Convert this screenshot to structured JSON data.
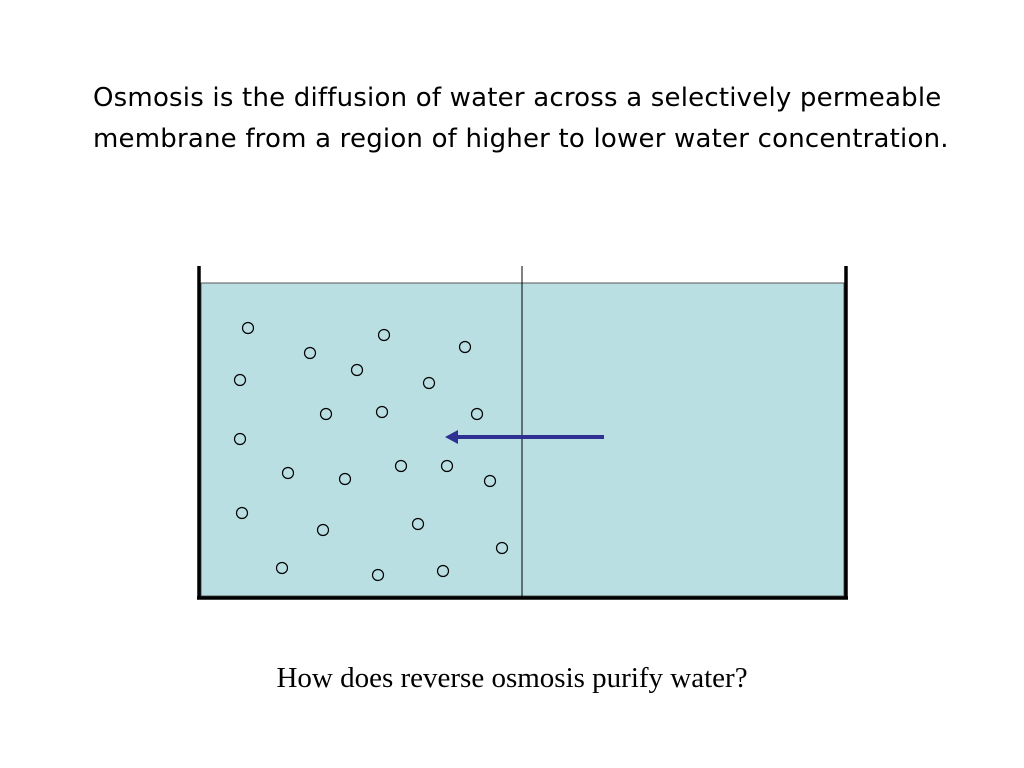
{
  "definition_text": "Osmosis is the diffusion of water across a selectively permeable membrane from a region of higher to lower water concentration.",
  "question_text": "How does reverse osmosis purify water?",
  "colors": {
    "water": "#b9dfe3",
    "container": "#000000",
    "membrane": "#000000",
    "arrow": "#2e3192",
    "solute": "#000000"
  },
  "solute_particle_count": 23,
  "arrow_direction": "left"
}
